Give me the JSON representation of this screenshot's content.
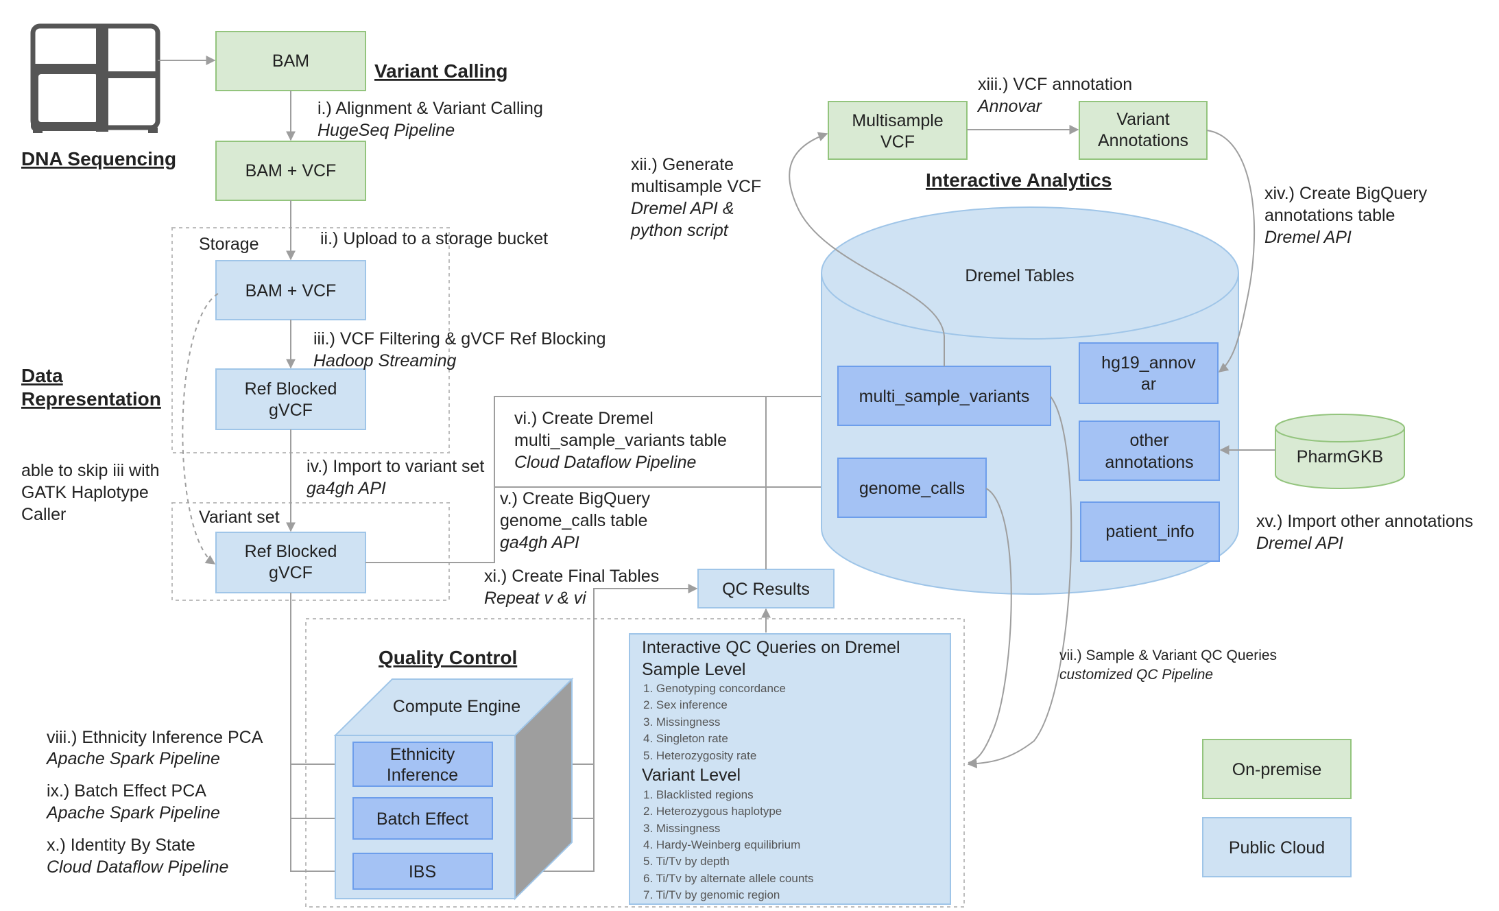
{
  "sections": {
    "dna_sequencing": "DNA Sequencing",
    "variant_calling": "Variant Calling",
    "data_representation": [
      "Data",
      "Representation"
    ],
    "interactive_analytics": "Interactive Analytics",
    "quality_control": "Quality Control"
  },
  "nodes": {
    "bam": "BAM",
    "bam_vcf_1": "BAM + VCF",
    "bam_vcf_2": "BAM + VCF",
    "ref_blocked_1": [
      "Ref Blocked",
      "gVCF"
    ],
    "ref_blocked_2": [
      "Ref Blocked",
      "gVCF"
    ],
    "multisample_vcf": [
      "Multisample",
      "VCF"
    ],
    "variant_annotations": [
      "Variant",
      "Annotations"
    ],
    "dremel_tables": "Dremel Tables",
    "multi_sample_variants": "multi_sample_variants",
    "genome_calls": "genome_calls",
    "hg19": [
      "hg19_annov",
      "ar"
    ],
    "other_annotations": [
      "other",
      "annotations"
    ],
    "patient_info": "patient_info",
    "pharmgkb": "PharmGKB",
    "qc_results": "QC Results",
    "compute_engine": "Compute Engine",
    "ethnicity_inference": [
      "Ethnicity",
      "Inference"
    ],
    "batch_effect": "Batch Effect",
    "ibs": "IBS"
  },
  "containers": {
    "storage": "Storage",
    "variant_set": "Variant set"
  },
  "steps": {
    "i": {
      "title": "i.) Alignment & Variant Calling",
      "tool": "HugeSeq Pipeline"
    },
    "ii": {
      "title": "ii.) Upload to a storage bucket"
    },
    "iii": {
      "title": "iii.) VCF Filtering & gVCF Ref Blocking",
      "tool": "Hadoop Streaming"
    },
    "iv": {
      "title": "iv.) Import to variant set",
      "tool": "ga4gh API"
    },
    "v": {
      "title": [
        "v.) Create BigQuery",
        "genome_calls table"
      ],
      "tool": "ga4gh API"
    },
    "vi": {
      "title": [
        "vi.) Create Dremel",
        "multi_sample_variants table"
      ],
      "tool": "Cloud Dataflow Pipeline"
    },
    "vii": {
      "title": "vii.) Sample & Variant QC Queries",
      "tool": "customized QC Pipeline"
    },
    "viii": {
      "title": "viii.) Ethnicity Inference PCA",
      "tool": "Apache Spark Pipeline"
    },
    "ix": {
      "title": "ix.) Batch Effect PCA",
      "tool": "Apache Spark Pipeline"
    },
    "x": {
      "title": "x.) Identity By State",
      "tool": "Cloud Dataflow Pipeline"
    },
    "xi": {
      "title": "xi.) Create Final Tables",
      "tool": "Repeat v & vi"
    },
    "xii": {
      "title": [
        "xii.) Generate",
        "multisample VCF"
      ],
      "tool": [
        "Dremel API &",
        "python script"
      ]
    },
    "xiii": {
      "title": "xiii.) VCF annotation",
      "tool": "Annovar"
    },
    "xiv": {
      "title": [
        "xiv.) Create BigQuery",
        "annotations table"
      ],
      "tool": "Dremel API"
    },
    "xv": {
      "title": "xv.) Import other annotations",
      "tool": "Dremel API"
    }
  },
  "skip_note": [
    "able to skip iii with",
    "GATK Haplotype",
    "Caller"
  ],
  "qc_panel": {
    "title": "Interactive QC Queries on Dremel",
    "sample_heading": "Sample Level",
    "sample_items": [
      "1. Genotyping concordance",
      "2. Sex inference",
      "3. Missingness",
      "4. Singleton rate",
      "5. Heterozygosity rate"
    ],
    "variant_heading": "Variant Level",
    "variant_items": [
      "1. Blacklisted regions",
      "2. Heterozygous haplotype",
      "3. Missingness",
      "4. Hardy-Weinberg equilibrium",
      "5. Ti/Tv by depth",
      "6. Ti/Tv by alternate allele counts",
      "7. Ti/Tv by genomic region"
    ]
  },
  "legend": {
    "on_premise": "On-premise",
    "public_cloud": "Public Cloud",
    "colors": {
      "on_premise_fill": "#d9ead3",
      "public_cloud_fill": "#cfe2f3",
      "table_fill": "#a4c2f4"
    }
  }
}
